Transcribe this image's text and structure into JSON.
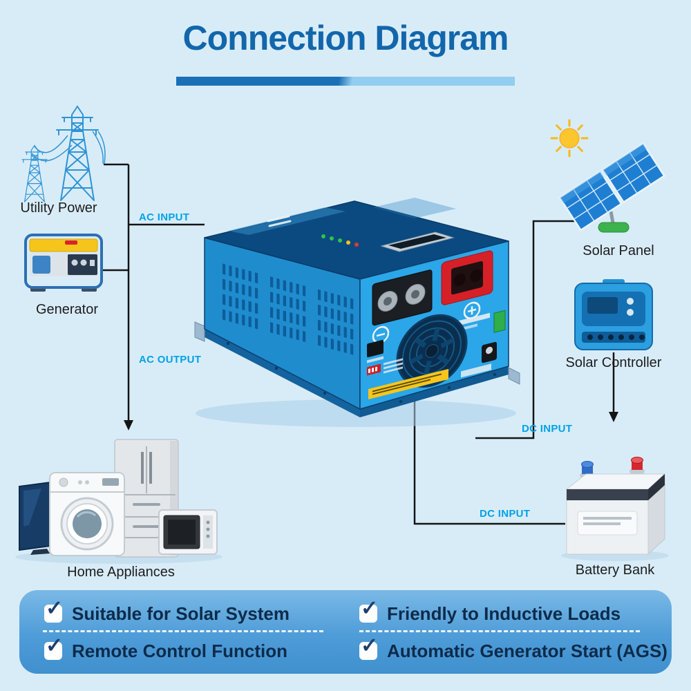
{
  "title": "Connection Diagram",
  "check_glyph": "✓",
  "nodes": {
    "utility_power": {
      "label": "Utility Power"
    },
    "generator": {
      "label": "Generator"
    },
    "home_appliances": {
      "label": "Home Appliances"
    },
    "solar_panel": {
      "label": "Solar Panel"
    },
    "solar_controller": {
      "label": "Solar Controller"
    },
    "battery_bank": {
      "label": "Battery Bank"
    }
  },
  "connections": {
    "ac_input": {
      "label": "AC INPUT"
    },
    "ac_output": {
      "label": "AC OUTPUT"
    },
    "dc_input_solar": {
      "label": "DC INPUT"
    },
    "dc_input_battery": {
      "label": "DC INPUT"
    }
  },
  "features": [
    {
      "label": "Suitable for Solar System"
    },
    {
      "label": "Friendly to Inductive Loads"
    },
    {
      "label": "Remote Control Function"
    },
    {
      "label": "Automatic Generator Start (AGS)"
    }
  ],
  "colors": {
    "background": "#d8ecf8",
    "title_blue": "#1266ab",
    "underline_dark": "#1a70b6",
    "underline_light": "#93cdef",
    "connection_label_blue": "#00a2e8",
    "line_black": "#141414",
    "feature_panel_blue": "#4e9cd8",
    "feature_text_navy": "#0d2b4a",
    "checkmark_navy": "#1d3f6f",
    "inverter_blue": "#2ba6e8",
    "solar_cell_blue": "#1e7ed2",
    "terminal_red": "#d62028",
    "caution_yellow": "#f6c61c"
  }
}
